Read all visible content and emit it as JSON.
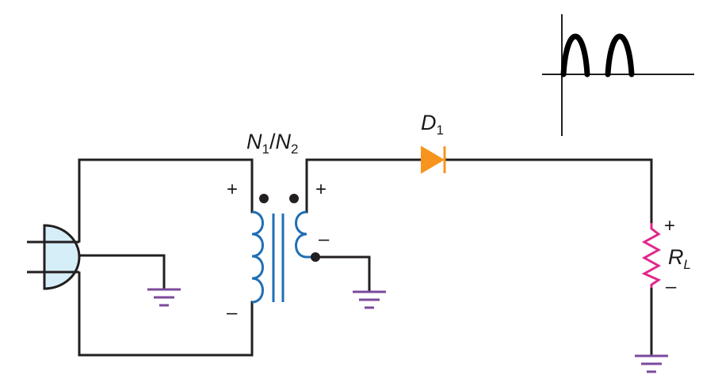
{
  "labels": {
    "turns_ratio": {
      "n1": "N",
      "n1_sub": "1",
      "slash": "/",
      "n2": "N",
      "n2_sub": "2"
    },
    "diode": {
      "main": "D",
      "sub": "1"
    },
    "load": {
      "main": "R",
      "sub": "L"
    },
    "primary_plus": "+",
    "primary_minus": "–",
    "secondary_plus": "+",
    "secondary_minus": "–",
    "load_plus": "+",
    "load_minus": "–"
  },
  "colors": {
    "wire": "#231f20",
    "coil": "#1f6fb5",
    "diode": "#f7941d",
    "resistor": "#e0288a",
    "ground": "#7b4a9c",
    "plug_fill": "#d6eef8"
  },
  "icons": {
    "plug": "ac-plug-icon",
    "ground": "ground-icon",
    "diode": "diode-icon",
    "resistor": "resistor-icon",
    "transformer": "transformer-icon",
    "waveform": "half-wave-waveform-icon"
  }
}
